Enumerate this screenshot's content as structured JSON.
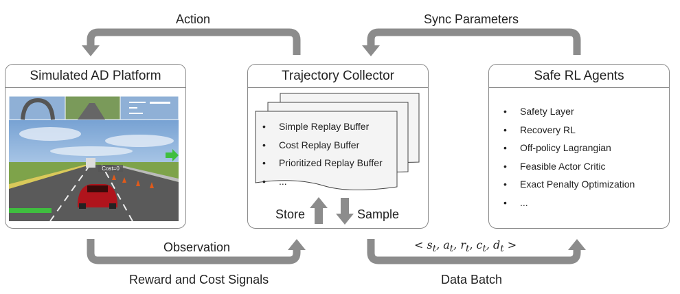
{
  "labels": {
    "action": "Action",
    "sync": "Sync Parameters",
    "observation": "Observation",
    "reward": "Reward and Cost Signals",
    "data_batch": "Data Batch"
  },
  "platform": {
    "title": "Simulated AD Platform",
    "cost_label": "Cost=0"
  },
  "collector": {
    "title": "Trajectory Collector",
    "buffers": [
      "Simple Replay Buffer",
      "Cost Replay Buffer",
      "Prioritized Replay Buffer",
      "..."
    ],
    "store": "Store",
    "sample": "Sample"
  },
  "agents": {
    "title": "Safe RL Agents",
    "items": [
      "Safety Layer",
      "Recovery RL",
      "Off-policy Lagrangian",
      "Feasible Actor Critic",
      "Exact Penalty Optimization",
      "..."
    ]
  },
  "colors": {
    "arrow": "#8c8c8c",
    "border": "#8a8a8a",
    "sky": "#6a9bd1",
    "grass": "#7ea34a",
    "road": "#5a5a5a",
    "car": "#b0141c"
  }
}
